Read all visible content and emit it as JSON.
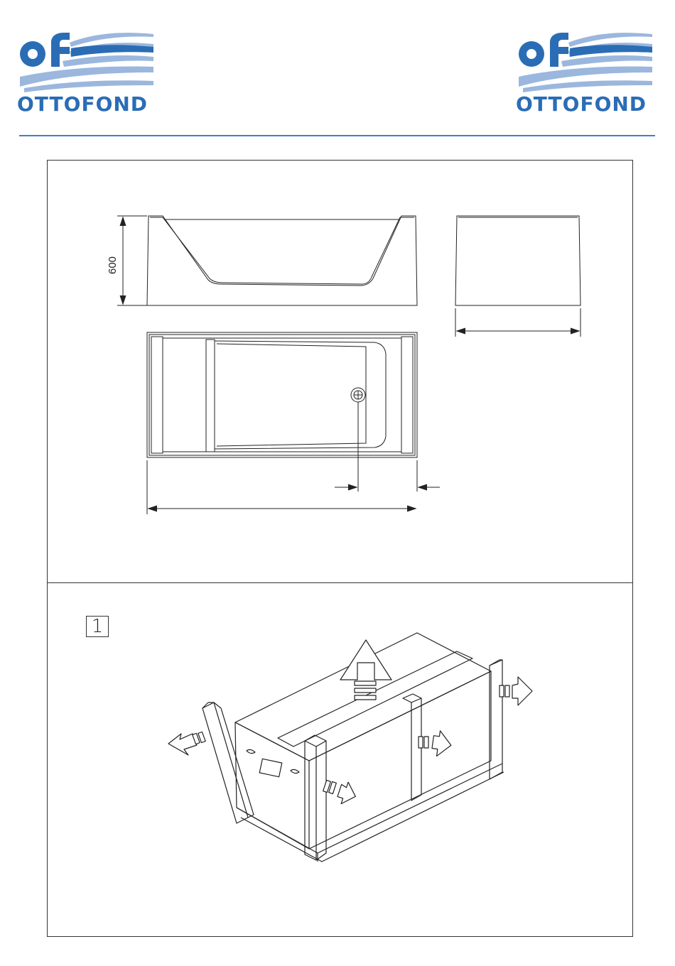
{
  "brand": {
    "name": "OTTOFOND",
    "colors": {
      "blue_dark": "#2a6db5",
      "blue_light": "#9bb7de",
      "rule": "#3f7fc4"
    }
  },
  "technical_drawing": {
    "height_dimension": "600"
  },
  "instruction": {
    "step_number": "1"
  }
}
